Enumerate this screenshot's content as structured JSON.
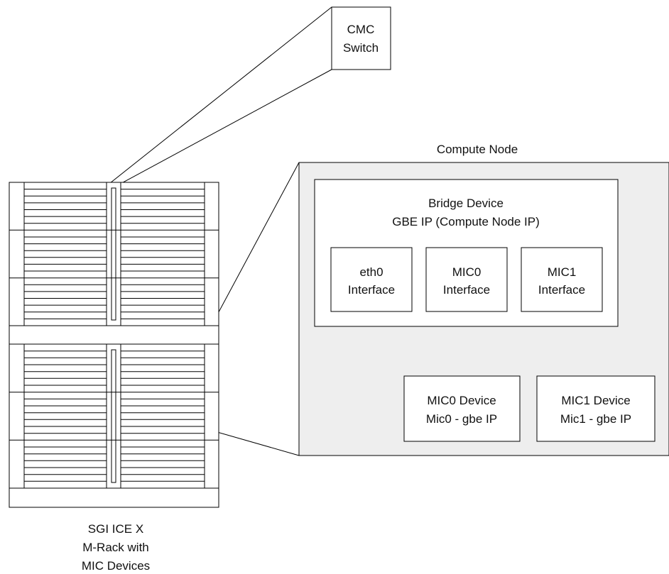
{
  "cmc_switch": {
    "line1": "CMC",
    "line2": "Switch"
  },
  "compute_node": {
    "title": "Compute Node",
    "bridge_device": {
      "line1": "Bridge Device",
      "line2": "GBE IP (Compute Node IP)",
      "interfaces": [
        {
          "line1": "eth0",
          "line2": "Interface"
        },
        {
          "line1": "MIC0",
          "line2": "Interface"
        },
        {
          "line1": "MIC1",
          "line2": "Interface"
        }
      ]
    },
    "devices": [
      {
        "line1": "MIC0 Device",
        "line2": "Mic0 - gbe IP"
      },
      {
        "line1": "MIC1 Device",
        "line2": "Mic1 - gbe IP"
      }
    ]
  },
  "rack": {
    "line1": "SGI ICE X",
    "line2": "M-Rack with",
    "line3": "MIC Devices"
  },
  "colors": {
    "stroke": "#000000",
    "node_fill": "#eeeeee",
    "box_fill": "#ffffff",
    "text": "#111111"
  }
}
